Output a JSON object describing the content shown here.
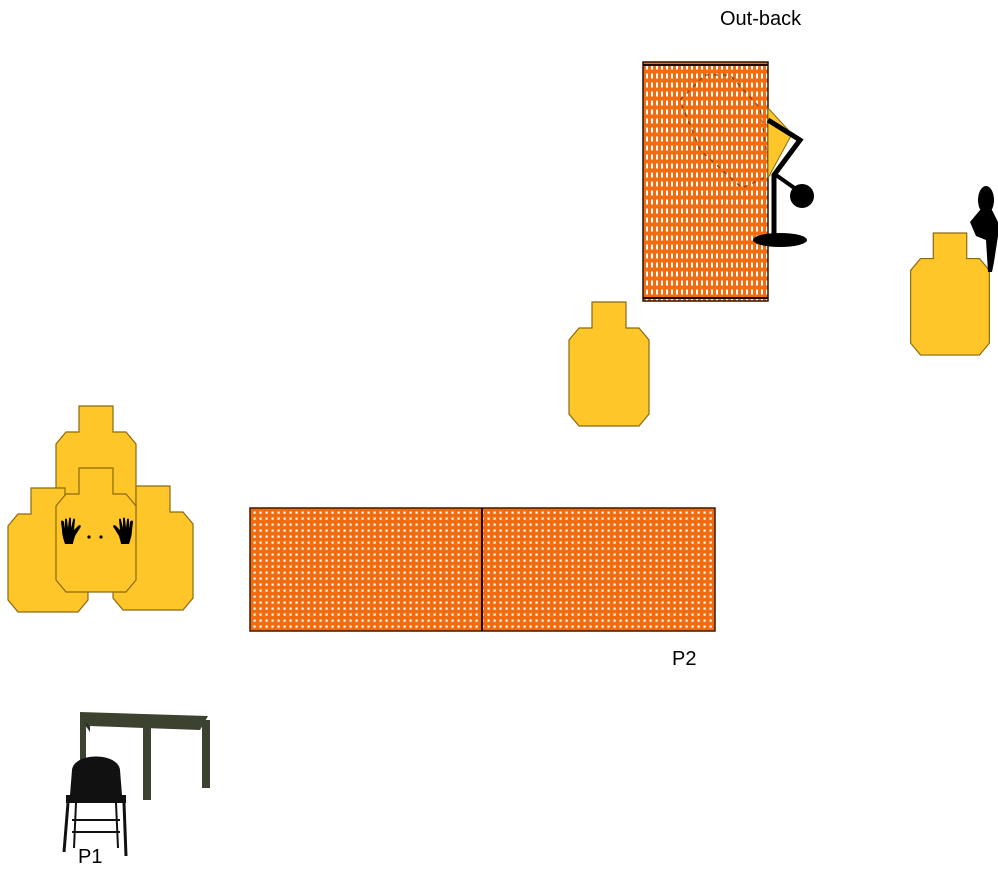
{
  "labels": {
    "out_back": "Out-back",
    "p1": "P1",
    "p2": "P2"
  },
  "colors": {
    "target_fill": "#FFC629",
    "target_stroke": "#8a6a10",
    "barrier_fill": "#F26B0F",
    "barrier_dots": "#ffffff",
    "silhouette": "#000000",
    "table_color": "#3b4230",
    "chair_color": "#111111"
  },
  "icons": {
    "target": "cardboard-torso-target",
    "no_shoot": "no-shoot-hands-icon",
    "popper": "steel-pepper-popper",
    "swinger": "swinging-steel-target",
    "barrier": "mesh-wall-barrier",
    "table": "table-icon",
    "chair": "folding-chair-icon"
  }
}
